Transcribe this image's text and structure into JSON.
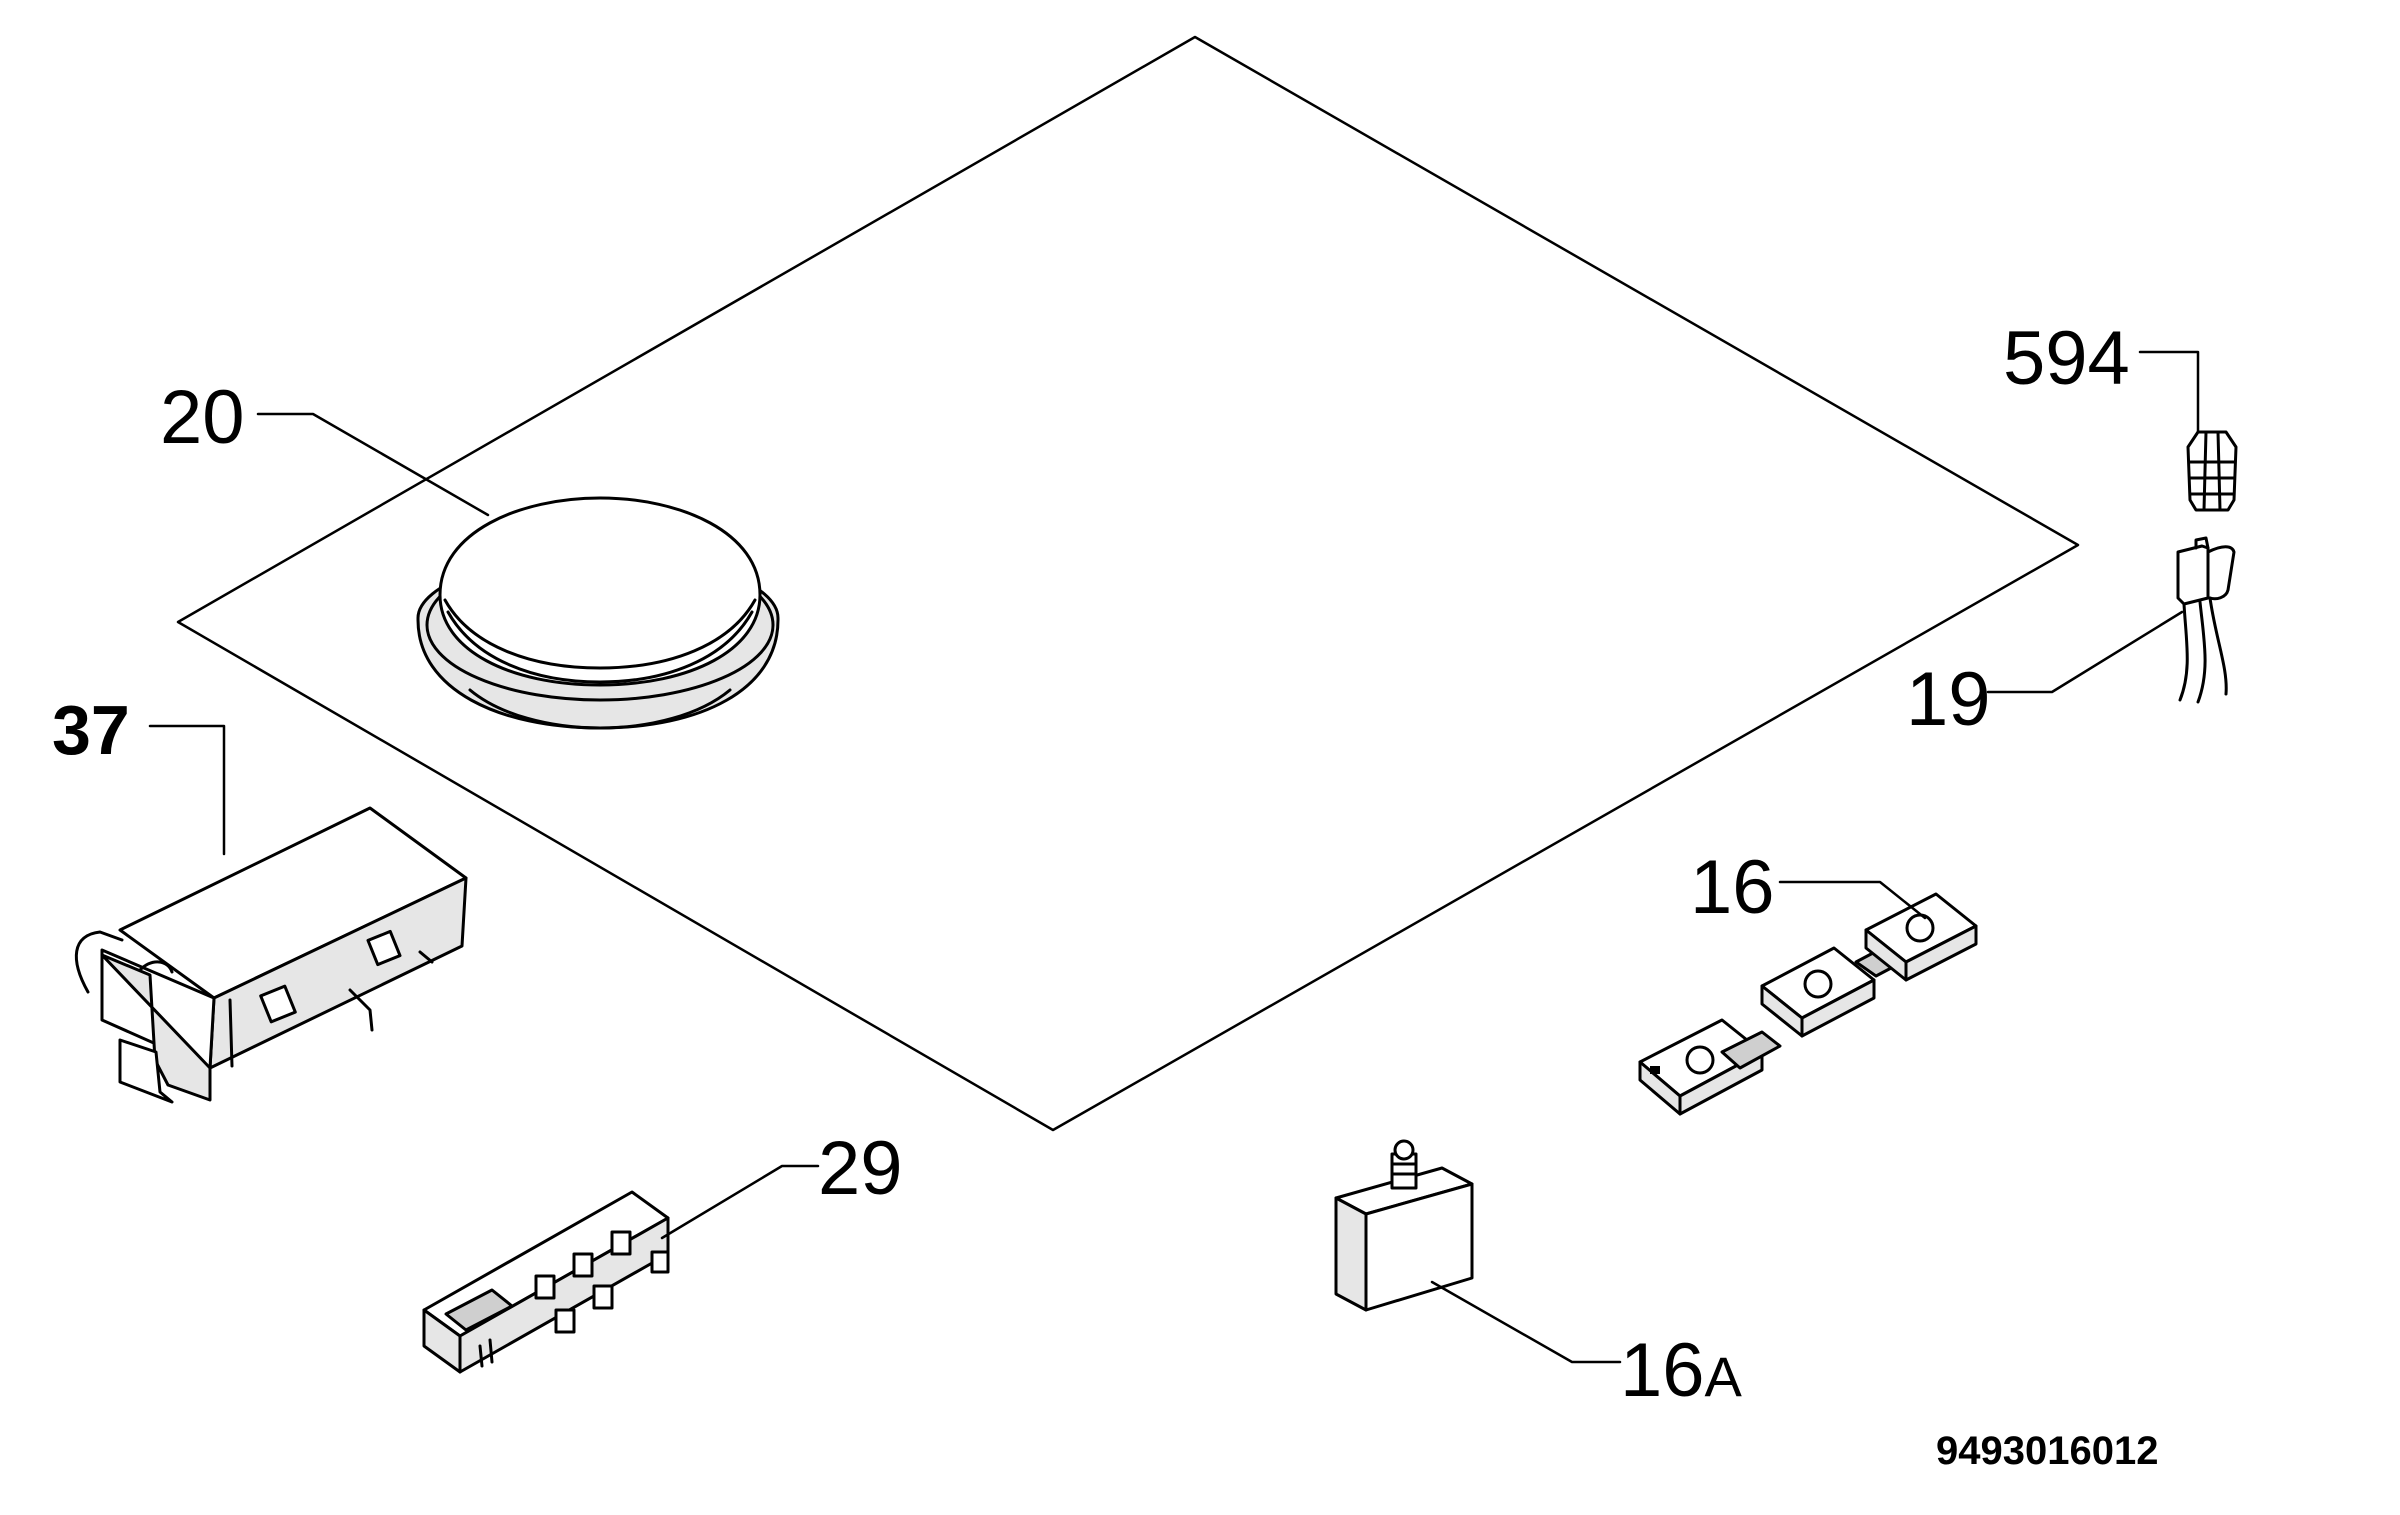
{
  "labels": {
    "p594": "594",
    "p20": "20",
    "p37": "37",
    "p19": "19",
    "p16": "16",
    "p29": "29",
    "p16a_num": "16",
    "p16a_suffix": "A"
  },
  "diagram_code": "9493016012"
}
